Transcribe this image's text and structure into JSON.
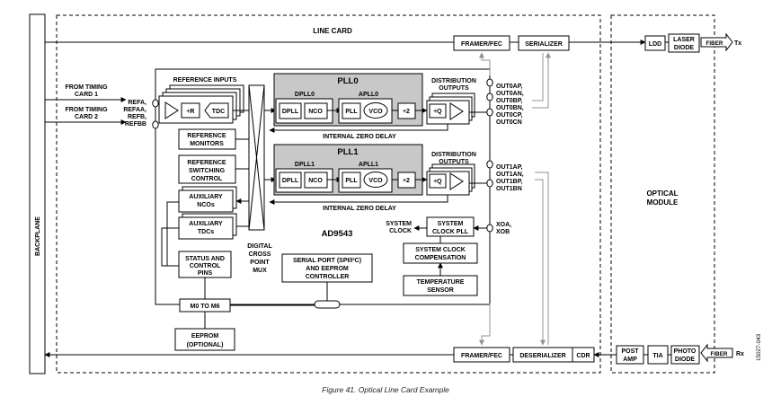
{
  "backplane": "BACKPLANE",
  "line_card": "LINE CARD",
  "optical_module": [
    "OPTICAL",
    "MODULE"
  ],
  "chip_name": "AD9543",
  "timing_inputs": [
    {
      "line1": "FROM TIMING",
      "line2": "CARD 1"
    },
    {
      "line1": "FROM TIMING",
      "line2": "CARD 2"
    }
  ],
  "ref_pins": [
    "REFA,",
    "REFAA,",
    "REFB,",
    "REFBB"
  ],
  "reference_inputs": "REFERENCE INPUTS",
  "ref_chain": {
    "div": "÷R",
    "tdc": "TDC"
  },
  "reference_monitors": [
    "REFERENCE",
    "MONITORS"
  ],
  "reference_switching": [
    "REFERENCE",
    "SWITCHING",
    "CONTROL"
  ],
  "aux_ncos": [
    "AUXILIARY",
    "NCOs"
  ],
  "aux_tdcs": [
    "AUXILIARY",
    "TDCs"
  ],
  "status_pins": [
    "STATUS AND",
    "CONTROL",
    "PINS"
  ],
  "crosspoint": [
    "DIGITAL",
    "CROSS",
    "POINT",
    "MUX"
  ],
  "pll0": {
    "title": "PLL0",
    "dpll_label": "DPLL0",
    "apll_label": "APLL0"
  },
  "pll1": {
    "title": "PLL1",
    "dpll_label": "DPLL1",
    "apll_label": "APLL1"
  },
  "pll_blocks": {
    "dpll": "DPLL",
    "nco": "NCO",
    "pll": "PLL",
    "vco": "VCO",
    "div2": "÷2",
    "divq": "÷Q"
  },
  "distribution_outputs": [
    "DISTRIBUTION",
    "OUTPUTS"
  ],
  "internal_zero_delay": "INTERNAL ZERO DELAY",
  "out_group0": [
    "OUT0AP,",
    "OUT0AN,",
    "OUT0BP,",
    "OUT0BN,",
    "OUT0CP,",
    "OUT0CN"
  ],
  "out_group1": [
    "OUT1AP,",
    "OUT1AN,",
    "OUT1BP,",
    "OUT1BN"
  ],
  "system_clock": [
    "SYSTEM",
    "CLOCK"
  ],
  "system_clock_pll": [
    "SYSTEM",
    "CLOCK PLL"
  ],
  "xo_pins": [
    "XOA,",
    "XOB"
  ],
  "sysclk_comp": [
    "SYSTEM CLOCK",
    "COMPENSATION"
  ],
  "temp_sensor": [
    "TEMPERATURE",
    "SENSOR"
  ],
  "serial_port": [
    "SERIAL PORT (SPI/I²C)",
    "AND EEPROM",
    "CONTROLLER"
  ],
  "m_pins": "M0 TO M6",
  "eeprom": [
    "EEPROM",
    "(OPTIONAL)"
  ],
  "framer_fec": "FRAMER/FEC",
  "serializer": "SERIALIZER",
  "deserializer": "DESERIALIZER",
  "cdr": "CDR",
  "ldd": "LDD",
  "laser_diode": [
    "LASER",
    "DIODE"
  ],
  "fiber": "FIBER",
  "tx": "Tx",
  "rx": "Rx",
  "post_amp": [
    "POST",
    "AMP"
  ],
  "tia": "TIA",
  "photo_diode": [
    "PHOTO",
    "DIODE"
  ],
  "side_code": "15027-043",
  "caption": "Figure 41. Optical Line Card Example"
}
